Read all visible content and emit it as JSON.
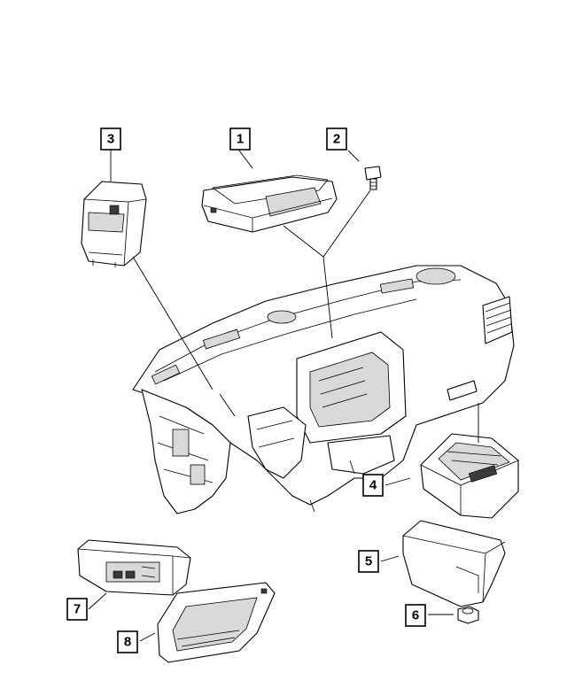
{
  "callouts": [
    {
      "id": "1",
      "label": "1"
    },
    {
      "id": "2",
      "label": "2"
    },
    {
      "id": "3",
      "label": "3"
    },
    {
      "id": "4",
      "label": "4"
    },
    {
      "id": "5",
      "label": "5"
    },
    {
      "id": "6",
      "label": "6"
    },
    {
      "id": "7",
      "label": "7"
    },
    {
      "id": "8",
      "label": "8"
    }
  ],
  "parts": [
    {
      "callout": "1",
      "icon": "module-icon"
    },
    {
      "callout": "2",
      "icon": "bolt-icon"
    },
    {
      "callout": "3",
      "icon": "bracket-module-icon"
    },
    {
      "callout": "4",
      "icon": "junction-box-icon"
    },
    {
      "callout": "5",
      "icon": "cover-icon"
    },
    {
      "callout": "6",
      "icon": "nut-icon"
    },
    {
      "callout": "7",
      "icon": "switch-bezel-icon"
    },
    {
      "callout": "8",
      "icon": "glove-box-frame-icon"
    }
  ],
  "colors": {
    "line": "#000000",
    "fill": "#ffffff",
    "shade": "#d9d9d9"
  }
}
